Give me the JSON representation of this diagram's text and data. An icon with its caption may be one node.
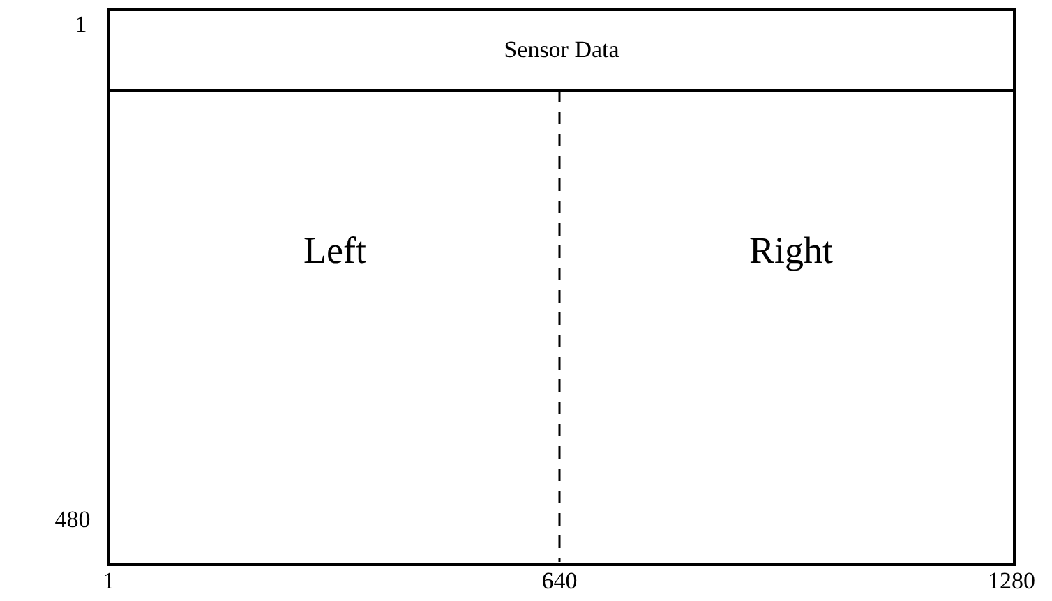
{
  "diagram": {
    "nodes": [
      {
        "text": [
          "Sensor Data"
        ]
      },
      {
        "text": [
          "Left"
        ]
      },
      {
        "text": [
          "Right"
        ]
      }
    ],
    "labels": [
      "1",
      "480",
      "1",
      "640",
      "1280"
    ]
  }
}
